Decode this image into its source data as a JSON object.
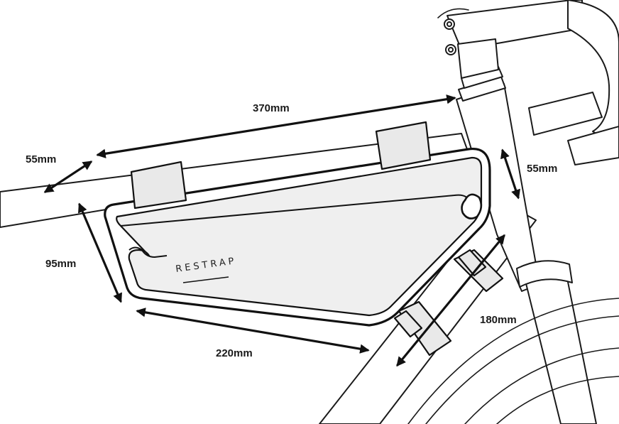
{
  "brand": "RESTRAP",
  "dimensions": {
    "top_tube_length": "370mm",
    "bag_width_left": "55mm",
    "bag_width_right": "55mm",
    "front_height": "95mm",
    "bottom_length": "220mm",
    "down_tube_length": "180mm"
  },
  "colors": {
    "line": "#111111",
    "bag_fill": "#efefef",
    "background": "#ffffff"
  }
}
